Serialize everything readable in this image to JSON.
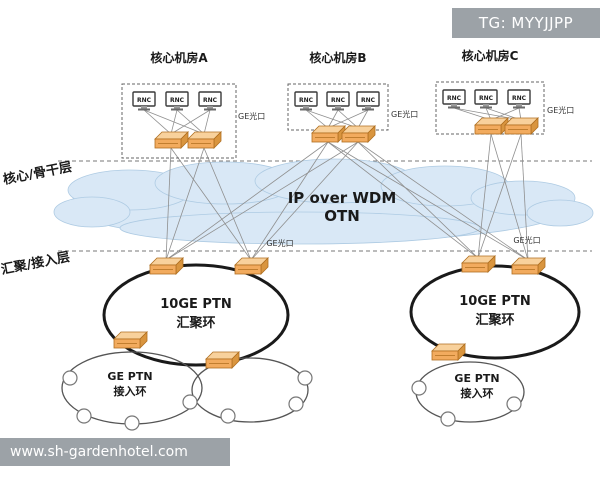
{
  "watermark_top": {
    "text": "TG: MYYJJPP"
  },
  "watermark_bottom": {
    "text": "www.sh-gardenhotel.com"
  },
  "layers": {
    "core_label": "核心/骨干层",
    "access_label": "汇聚/接入层"
  },
  "rooms": [
    {
      "label": "核心机房A",
      "port_label": "GE光口"
    },
    {
      "label": "核心机房B",
      "port_label": "GE光口"
    },
    {
      "label": "核心机房C",
      "port_label": "GE光口"
    }
  ],
  "rnc_label": "RNC",
  "cloud": {
    "line1": "IP over WDM",
    "line2": "OTN"
  },
  "cloud_ports": {
    "left": "GE光口",
    "right": "GE光口"
  },
  "rings": {
    "agg_left": {
      "line1": "10GE PTN",
      "line2": "汇聚环"
    },
    "agg_right": {
      "line1": "10GE PTN",
      "line2": "汇聚环"
    },
    "access_left": {
      "line1": "GE PTN",
      "line2": "接入环"
    },
    "access_right": {
      "line1": "GE PTN",
      "line2": "接入环"
    }
  },
  "colors": {
    "cloud_fill": "#d9e8f6",
    "cloud_edge": "#aecbe3",
    "device_orange": "#f2ab5e",
    "watermark_bg": "#949a9f",
    "line_gray": "#8f8f8f"
  }
}
